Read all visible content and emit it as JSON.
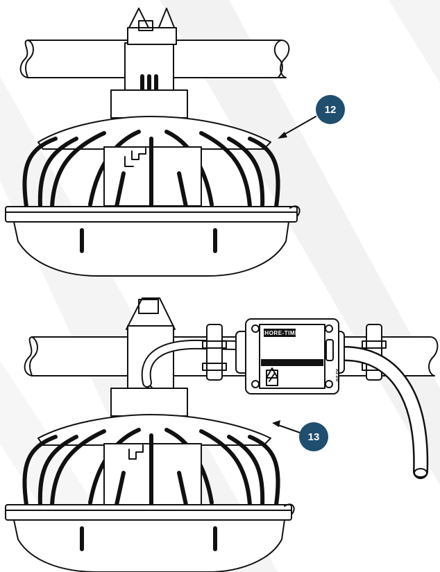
{
  "colors": {
    "badge": "#1f4e6e",
    "background_stripe": "#f2f2f3",
    "line": "#111111"
  },
  "callouts": [
    {
      "label": "12"
    },
    {
      "label": "13"
    }
  ],
  "junction_box": {
    "brand": "CHORE-TIME",
    "side_mark": "A3 3-0"
  },
  "icons": [
    "arrow-icon",
    "warning-icon",
    "hand-icon"
  ]
}
